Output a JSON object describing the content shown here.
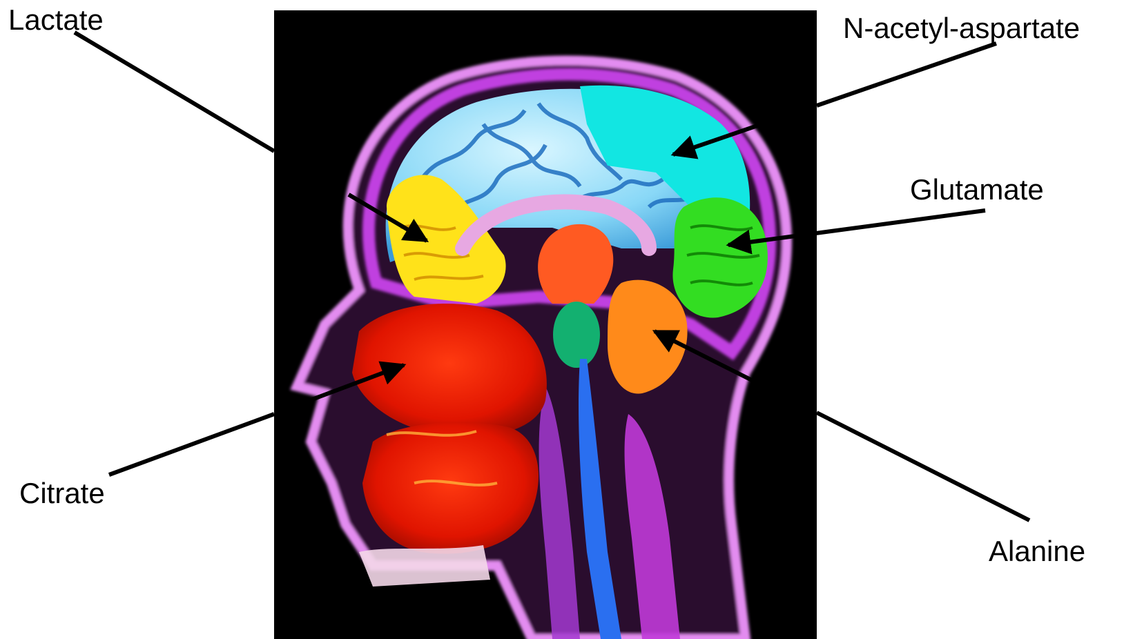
{
  "labels": {
    "lactate": "Lactate",
    "naa": "N-acetyl-aspartate",
    "glutamate": "Glutamate",
    "citrate": "Citrate",
    "alanine": "Alanine"
  },
  "image": {
    "subject": "sagittal-head-mri-false-color",
    "background_color": "#000000",
    "region_colors": {
      "cortex": "#9fe6ff",
      "occipital_region": "#00e6e6",
      "frontal_region": "#ffe600",
      "cerebellum": "#33dd22",
      "brainstem_region": "#ff8800",
      "thalamus": "#ff5522",
      "face_tissue": "#ee2200",
      "skull_outline": "#cc44ee"
    }
  }
}
